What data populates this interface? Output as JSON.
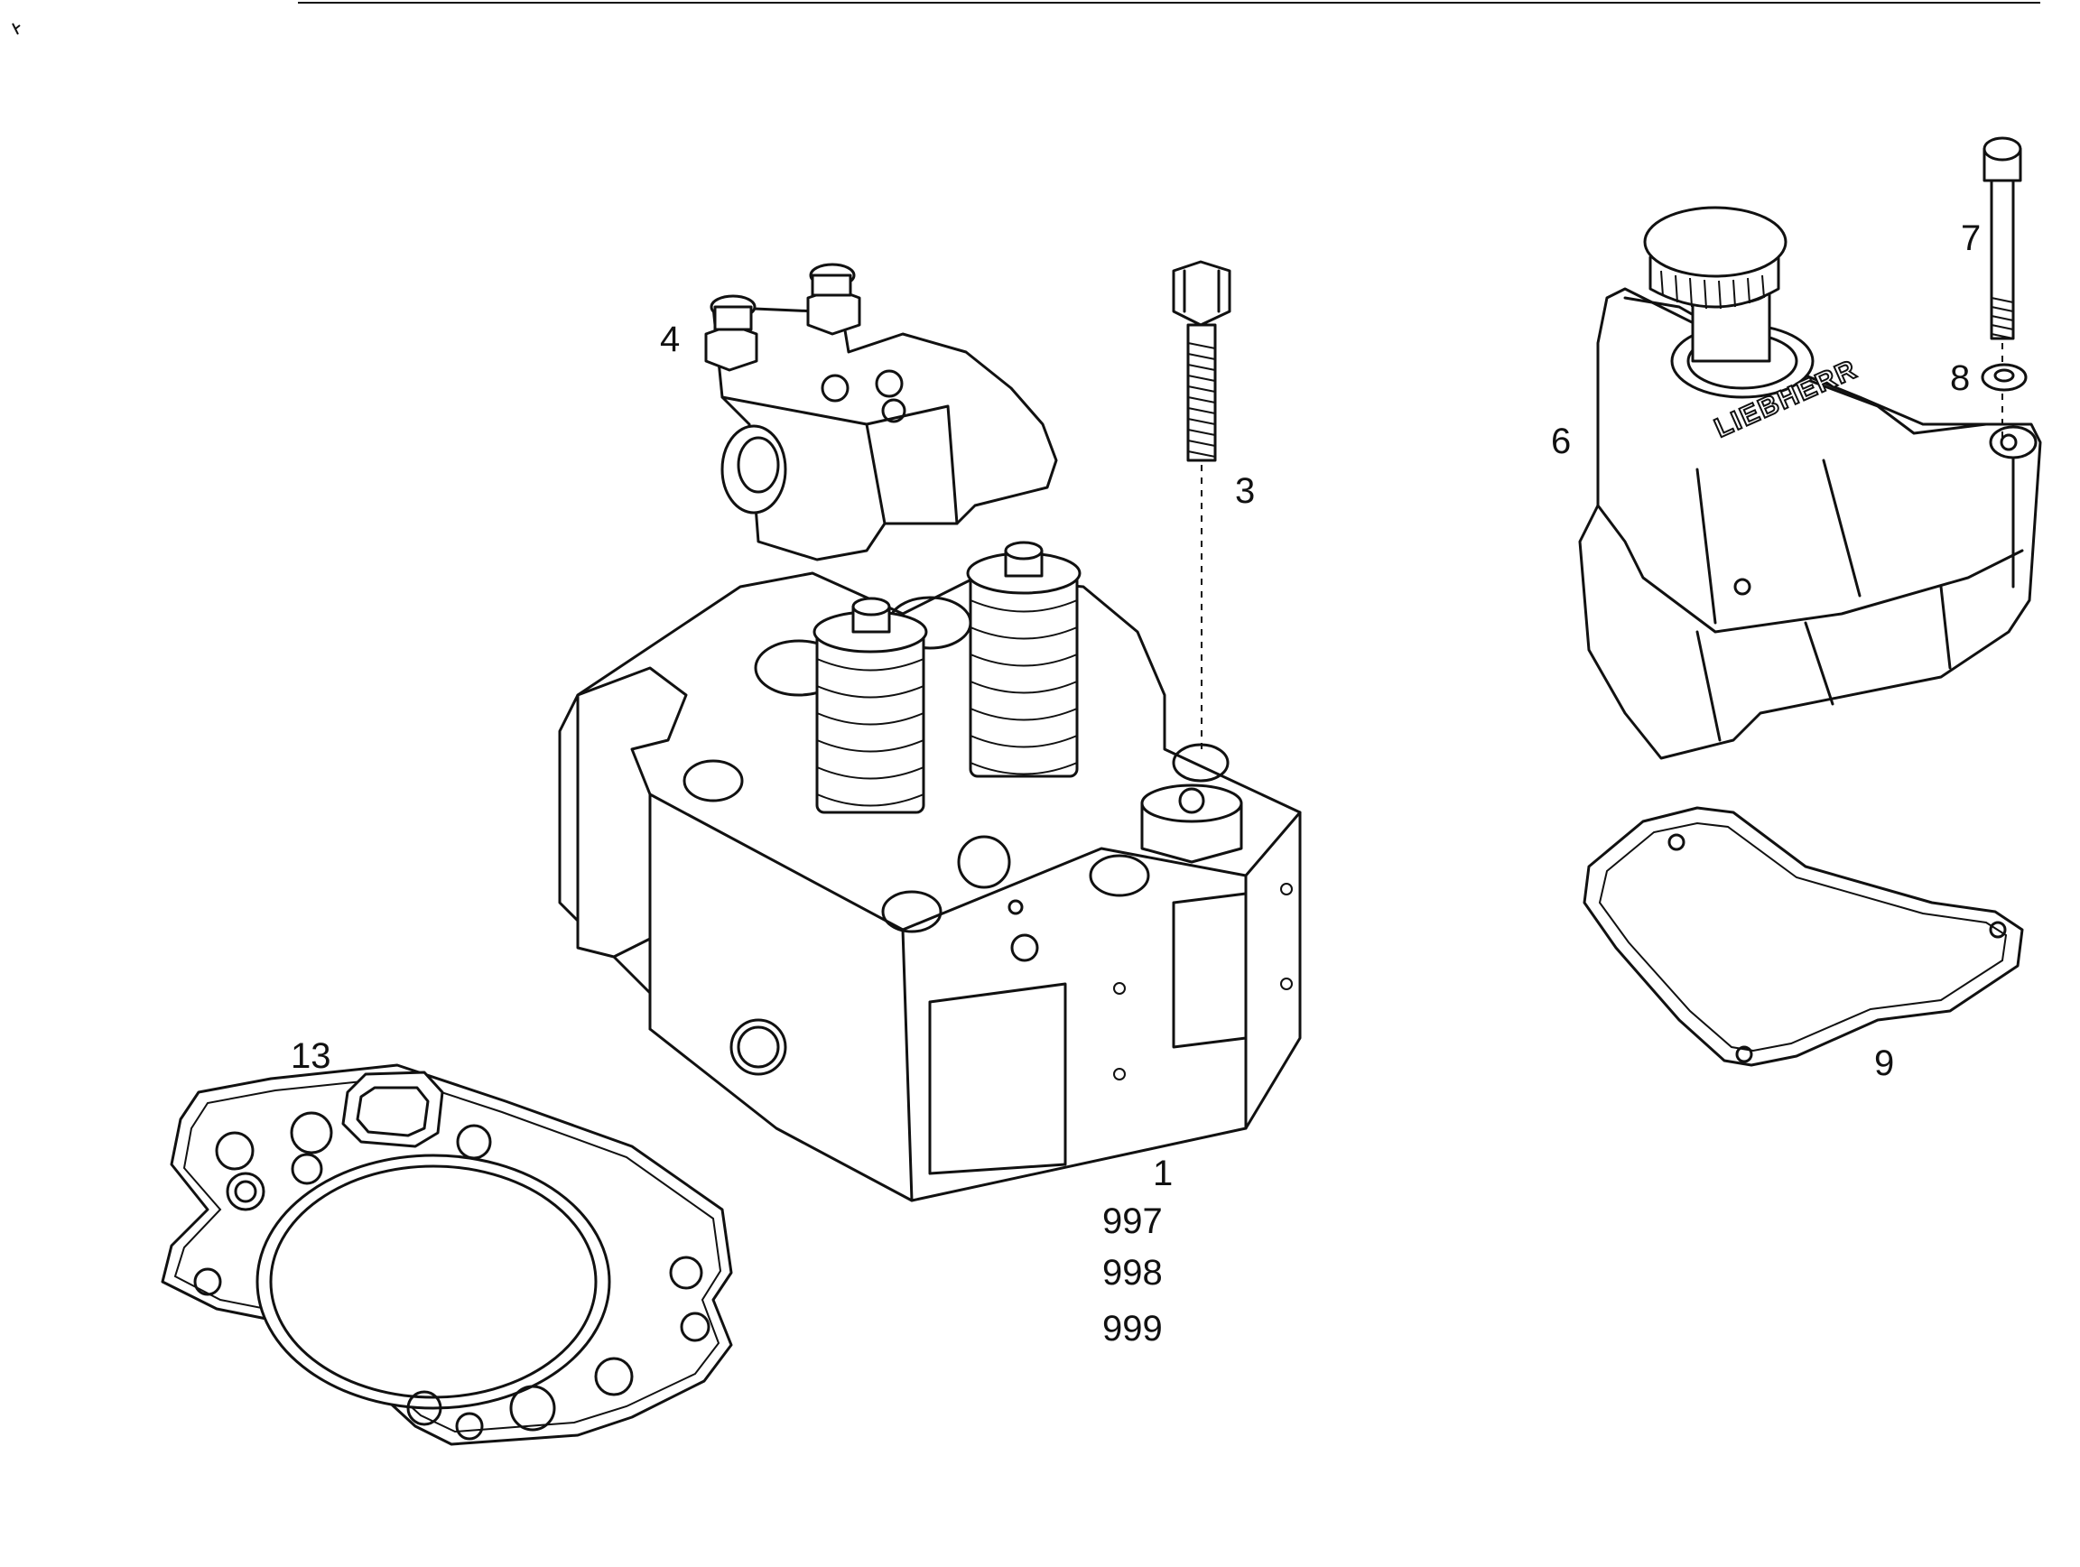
{
  "callouts": {
    "part_1": "1",
    "part_997": "997",
    "part_998": "998",
    "part_999": "999",
    "part_3": "3",
    "part_4": "4",
    "part_6": "6",
    "part_7": "7",
    "part_8": "8",
    "part_9": "9",
    "part_13": "13"
  },
  "cover_brand": "LIEBHERR",
  "colors": {
    "line": "#111111",
    "background": "#ffffff"
  }
}
